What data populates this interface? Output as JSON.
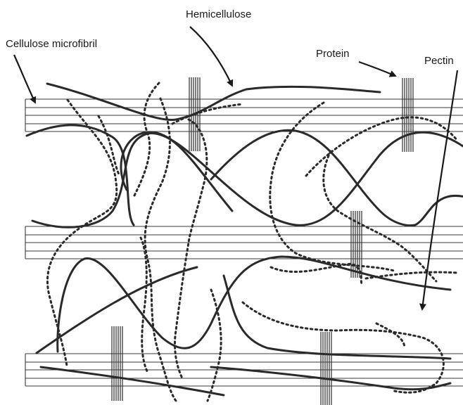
{
  "labels": {
    "hemicellulose": "Hemicellulose",
    "cellulose": "Cellulose microfibril",
    "protein": "Protein",
    "pectin": "Pectin"
  }
}
